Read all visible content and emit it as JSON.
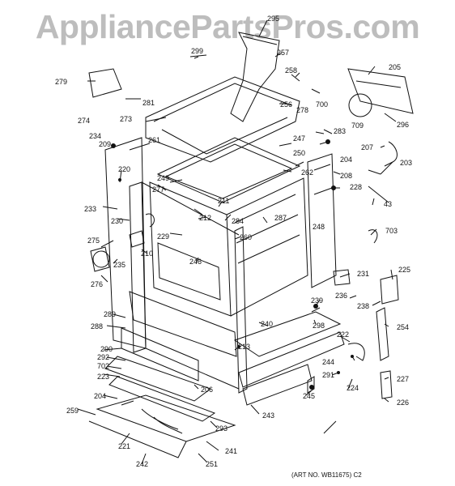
{
  "watermark": "AppliancePartsPros.com",
  "footer": "(ART NO. WB11675) C2",
  "parts": [
    "295",
    "299",
    "257",
    "279",
    "258",
    "205",
    "281",
    "274",
    "256",
    "278",
    "700",
    "273",
    "709",
    "296",
    "234",
    "283",
    "209",
    "261",
    "247",
    "250",
    "204",
    "207",
    "203",
    "262",
    "220",
    "208",
    "228",
    "249",
    "277",
    "211",
    "43",
    "233",
    "212",
    "284",
    "287",
    "248",
    "230",
    "229",
    "703",
    "275",
    "210",
    "260",
    "235",
    "246",
    "231",
    "225",
    "276",
    "236",
    "238",
    "239",
    "289",
    "288",
    "240",
    "298",
    "254",
    "290",
    "213",
    "222",
    "292",
    "702",
    "244",
    "223",
    "291",
    "224",
    "227",
    "204",
    "245",
    "206",
    "259",
    "226",
    "293",
    "243",
    "221",
    "241",
    "242",
    "251"
  ]
}
